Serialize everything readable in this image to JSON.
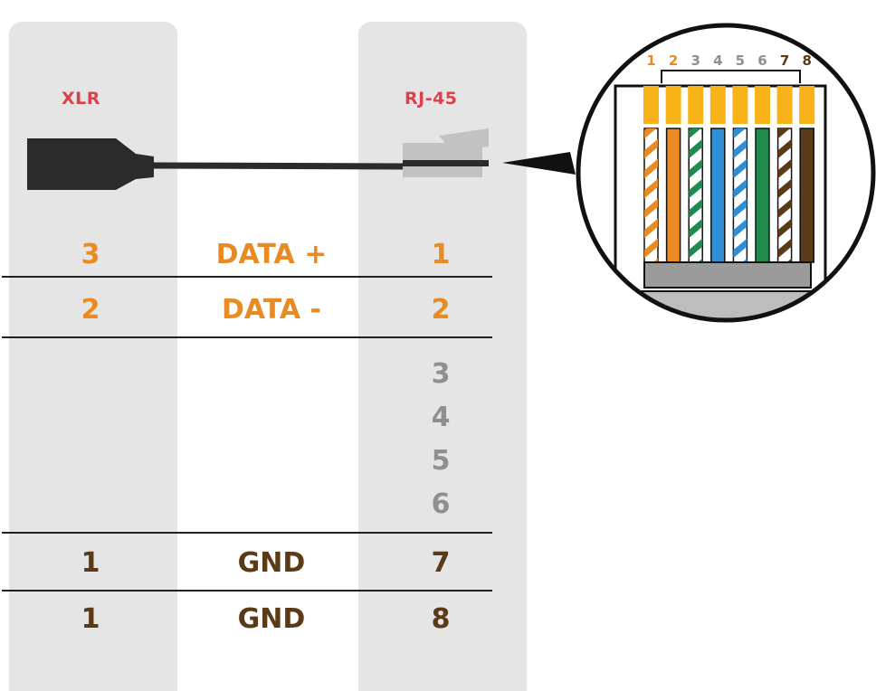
{
  "headers": {
    "xlr": "XLR",
    "rj45": "RJ-45"
  },
  "rows": [
    {
      "xlr": "3",
      "signal": "DATA +",
      "rj45": "1",
      "color": "#e78b22"
    },
    {
      "xlr": "2",
      "signal": "DATA -",
      "rj45": "2",
      "color": "#e78b22"
    },
    {
      "xlr": "",
      "signal": "",
      "rj45": "3",
      "color": "#8f8f8f"
    },
    {
      "xlr": "",
      "signal": "",
      "rj45": "4",
      "color": "#8f8f8f"
    },
    {
      "xlr": "",
      "signal": "",
      "rj45": "5",
      "color": "#8f8f8f"
    },
    {
      "xlr": "",
      "signal": "",
      "rj45": "6",
      "color": "#8f8f8f"
    },
    {
      "xlr": "1",
      "signal": "GND",
      "rj45": "7",
      "color": "#5a3a17"
    },
    {
      "xlr": "1",
      "signal": "GND",
      "rj45": "8",
      "color": "#5a3a17"
    }
  ],
  "pinout": {
    "pin_numbers": [
      "1",
      "2",
      "3",
      "4",
      "5",
      "6",
      "7",
      "8"
    ],
    "pin_number_colors": [
      "#e78b22",
      "#e78b22",
      "#8f8f8f",
      "#8f8f8f",
      "#8f8f8f",
      "#8f8f8f",
      "#5a3a17",
      "#5a3a17"
    ],
    "wires": [
      {
        "color": "#e78b22",
        "striped": true
      },
      {
        "color": "#e78b22",
        "striped": false
      },
      {
        "color": "#1e8a4e",
        "striped": true
      },
      {
        "color": "#2f8fd6",
        "striped": false
      },
      {
        "color": "#2f8fd6",
        "striped": true
      },
      {
        "color": "#1e8a4e",
        "striped": false
      },
      {
        "color": "#5a3a17",
        "striped": true
      },
      {
        "color": "#5a3a17",
        "striped": false
      }
    ]
  }
}
